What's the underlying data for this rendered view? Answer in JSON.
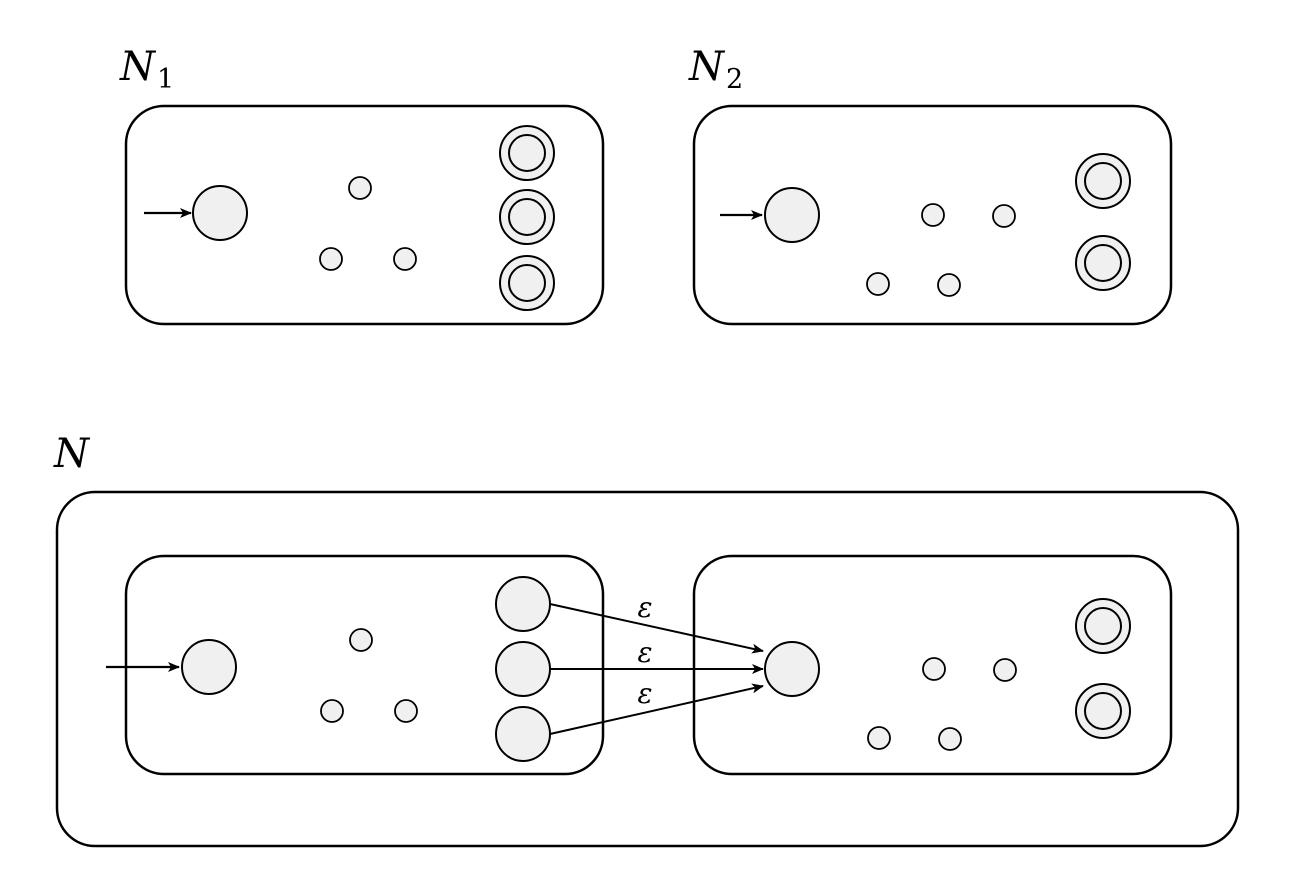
{
  "labels": {
    "n1_name": "N",
    "n1_sub": "1",
    "n2_name": "N",
    "n2_sub": "2",
    "n_name": "N",
    "epsilon": "ε"
  },
  "colors": {
    "state_fill": "#f0f0f0",
    "stroke": "#000000",
    "background": "#ffffff"
  },
  "transitions": [
    "ε",
    "ε",
    "ε"
  ]
}
